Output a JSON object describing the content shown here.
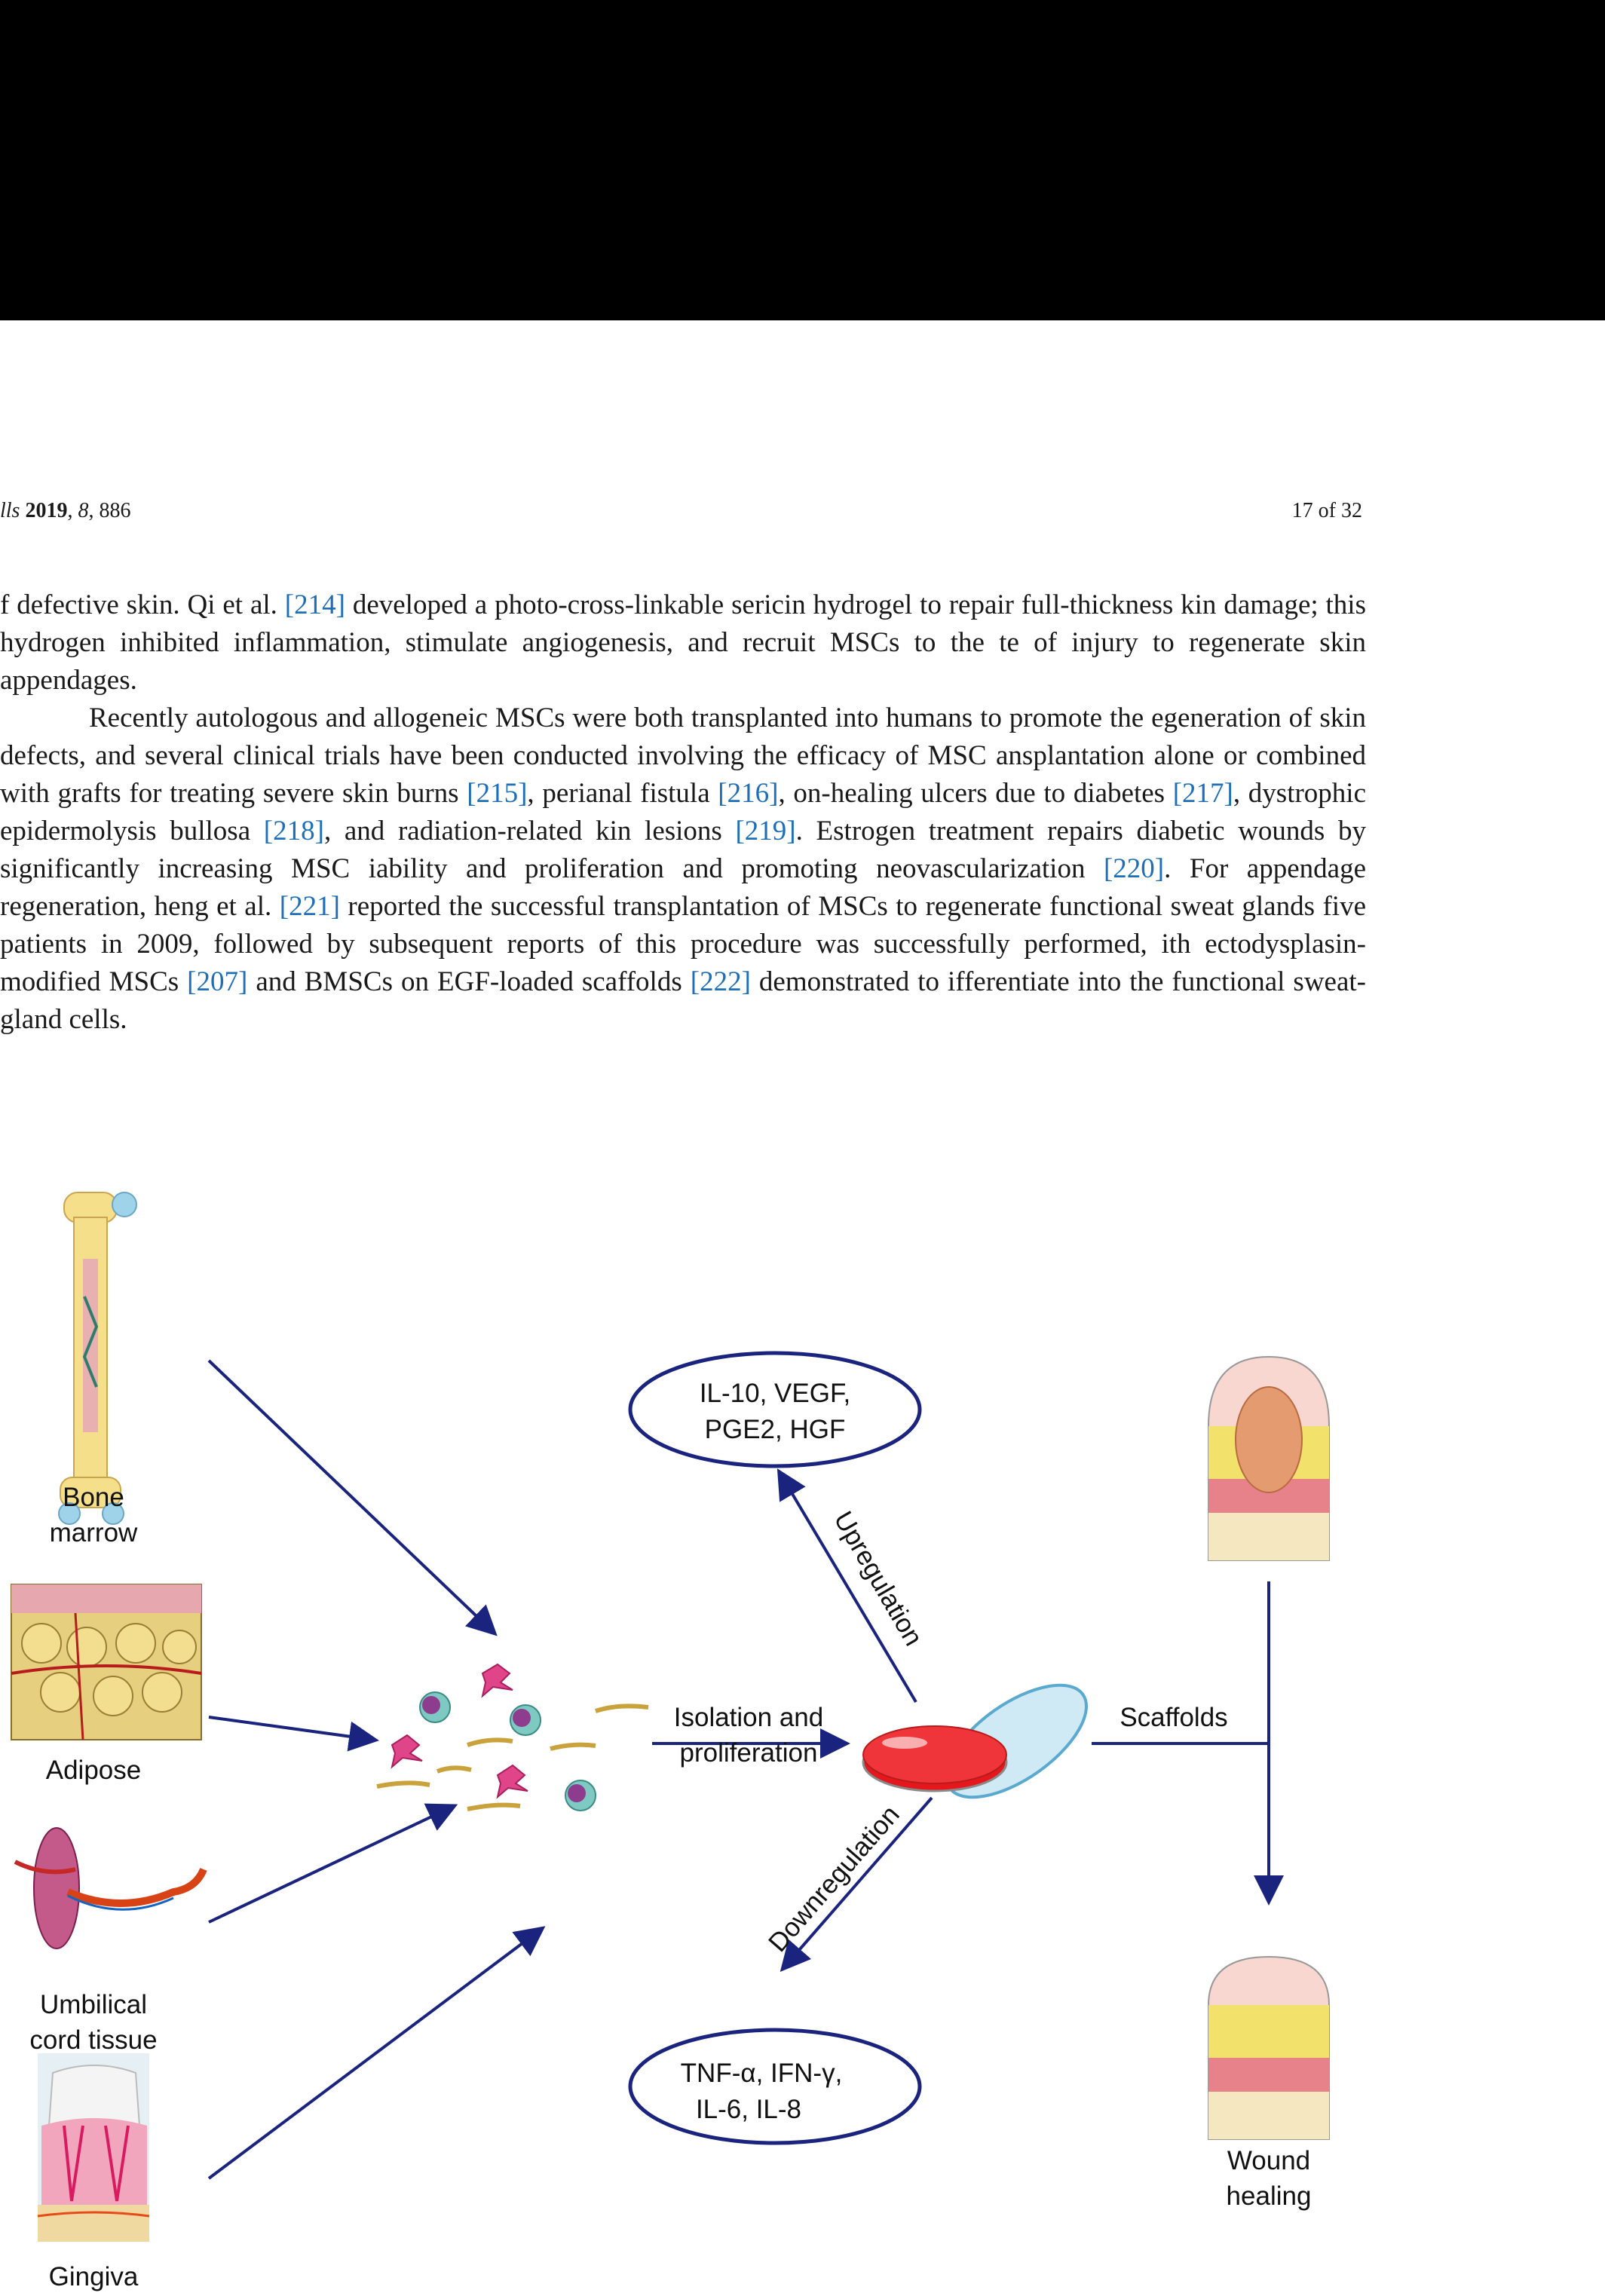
{
  "header": {
    "journal": "lls",
    "year": "2019",
    "volume": "8",
    "article": "886",
    "page": "17 of 32"
  },
  "body": {
    "p1": [
      "f defective skin. Qi et al. ",
      "[214]",
      " developed a photo-cross-linkable sericin hydrogel to repair full-thickness kin damage; this hydrogen inhibited inflammation, stimulate angiogenesis, and recruit MSCs to the te of injury to regenerate skin appendages."
    ],
    "p2": [
      "Recently autologous and allogeneic MSCs were both transplanted into humans to promote the egeneration of skin defects, and several clinical trials have been conducted involving the efficacy of MSC ansplantation alone or combined with grafts for treating severe skin burns ",
      "[215]",
      ", perianal fistula ",
      "[216]",
      ", on-healing ulcers due to diabetes ",
      "[217]",
      ", dystrophic epidermolysis bullosa ",
      "[218]",
      ", and radiation-related kin lesions ",
      "[219]",
      ".  Estrogen treatment repairs diabetic wounds by significantly increasing MSC iability and proliferation and promoting neovascularization ",
      "[220]",
      ".  For appendage regeneration, heng et al. ",
      "[221]",
      " reported the successful transplantation of MSCs to regenerate functional sweat glands five patients in 2009, followed by subsequent reports of this procedure was successfully performed, ith ectodysplasin-modified MSCs ",
      "[207]",
      " and BMSCs on EGF-loaded scaffolds ",
      "[222]",
      " demonstrated to ifferentiate into the functional sweat-gland cells."
    ]
  },
  "figure": {
    "sources": [
      {
        "line1": "Bone",
        "line2": "marrow"
      },
      {
        "line1": "Adipose",
        "line2": ""
      },
      {
        "line1": "Umbilical",
        "line2": "cord tissue"
      },
      {
        "line1": "Gingiva",
        "line2": ""
      }
    ],
    "isolation": {
      "line1": "Isolation and",
      "line2": "proliferation"
    },
    "upregulation_label": "Upregulation",
    "downregulation_label": "Downregulation",
    "up_ellipse": {
      "line1": "IL-10, VEGF,",
      "line2": "PGE2, HGF"
    },
    "down_ellipse": {
      "line1": "TNF-α, IFN-γ,",
      "line2": "IL-6, IL-8"
    },
    "scaffolds_label": "Scaffolds",
    "wound": {
      "line1": "Wound",
      "line2": "healing"
    },
    "colors": {
      "arrow": "#1a237e",
      "citation": "#1f6fb7",
      "dish_red": "#e3171c",
      "ellipse": "#1a237e"
    }
  }
}
